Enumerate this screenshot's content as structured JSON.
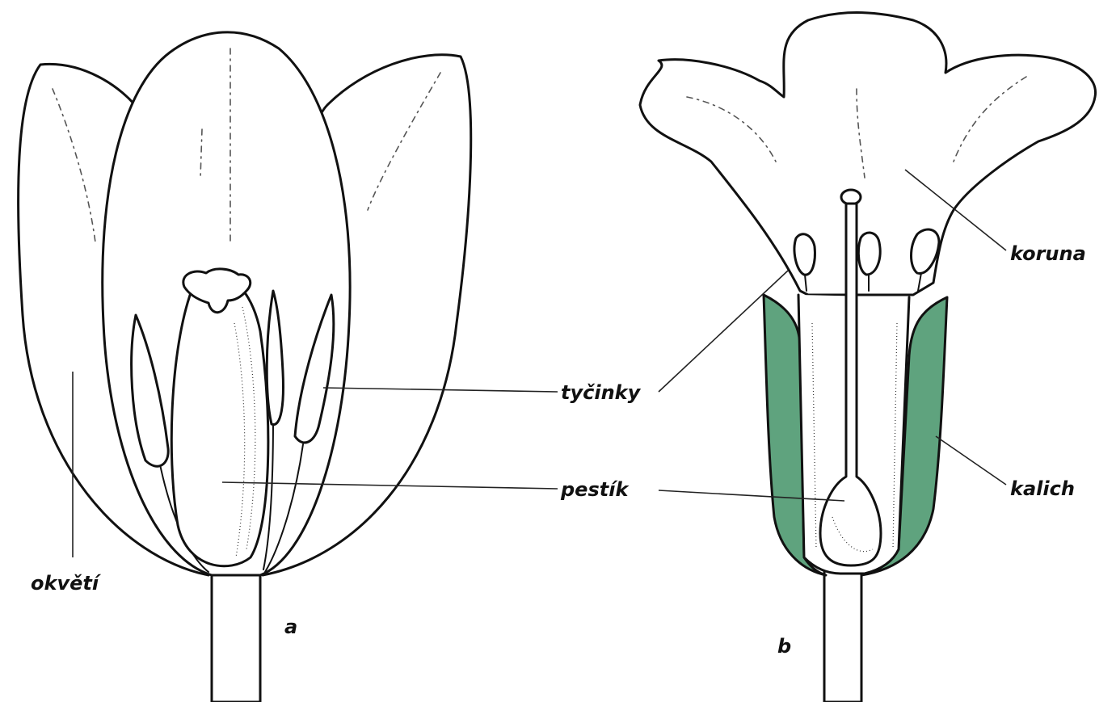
{
  "colors": {
    "calyx_green": "#5fa37e",
    "line": "#111111",
    "background": "#ffffff"
  },
  "panels": {
    "a": {
      "letter": "a"
    },
    "b": {
      "letter": "b"
    }
  },
  "labels": {
    "okveti": "okvětí",
    "tycinky": "tyčinky",
    "pestik": "pestík",
    "koruna": "koruna",
    "kalich": "kalich"
  }
}
